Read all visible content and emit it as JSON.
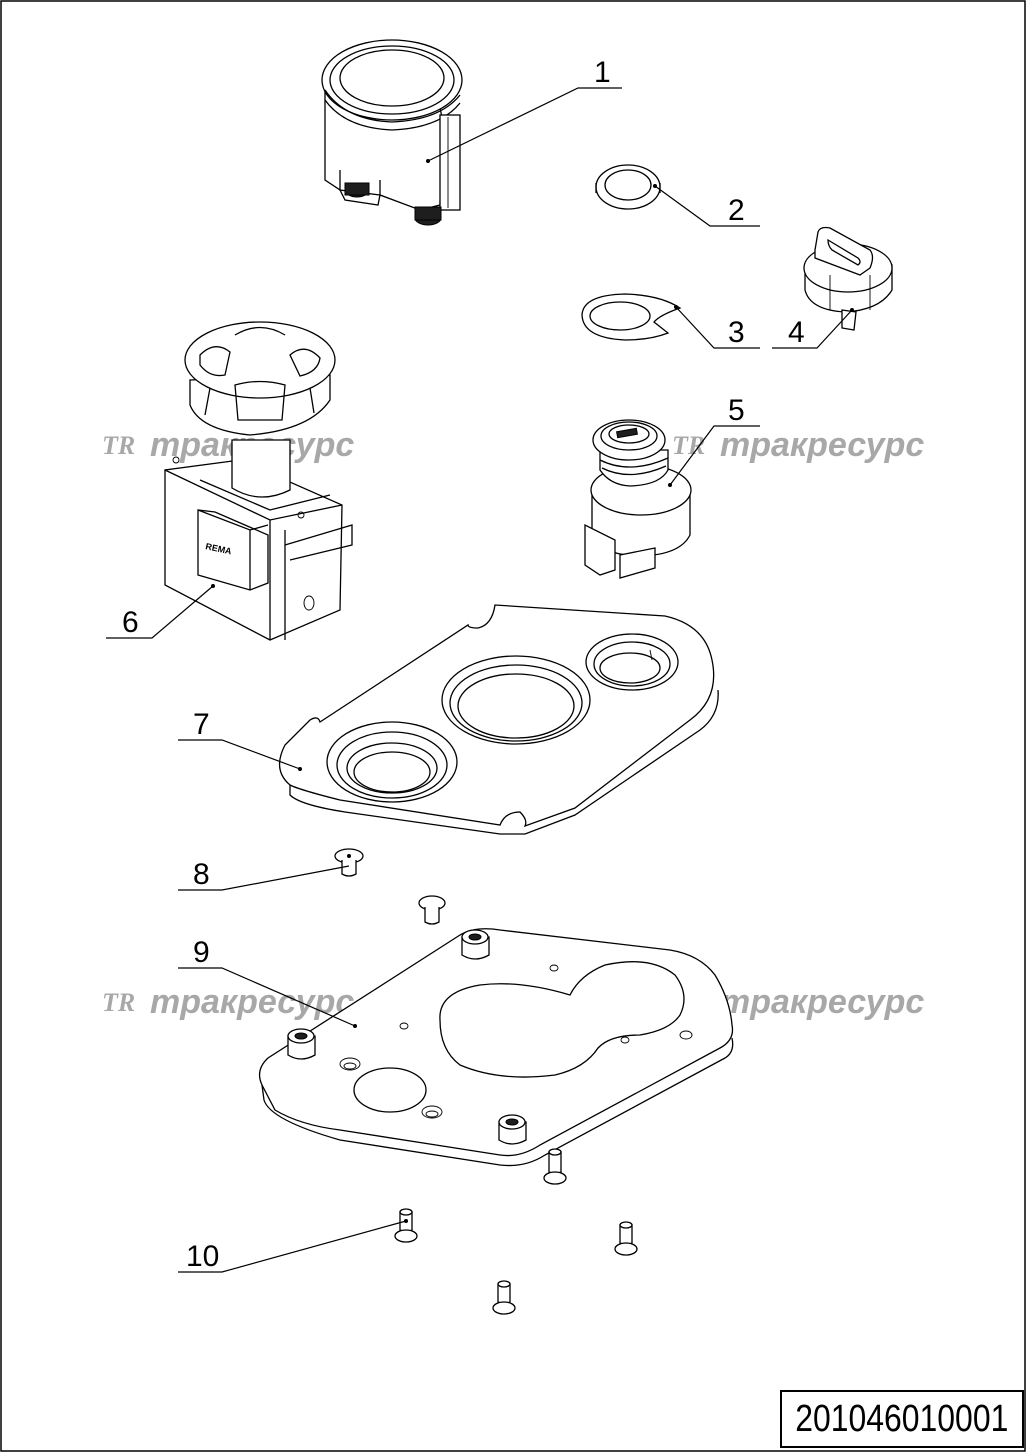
{
  "document": {
    "number": "201046010001"
  },
  "watermark": {
    "logo": "ТR",
    "text": "тракресурс"
  },
  "components": {
    "manufacturer_mark": "REMA"
  },
  "callouts": [
    "1",
    "2",
    "3",
    "4",
    "5",
    "6",
    "7",
    "8",
    "9",
    "10"
  ]
}
